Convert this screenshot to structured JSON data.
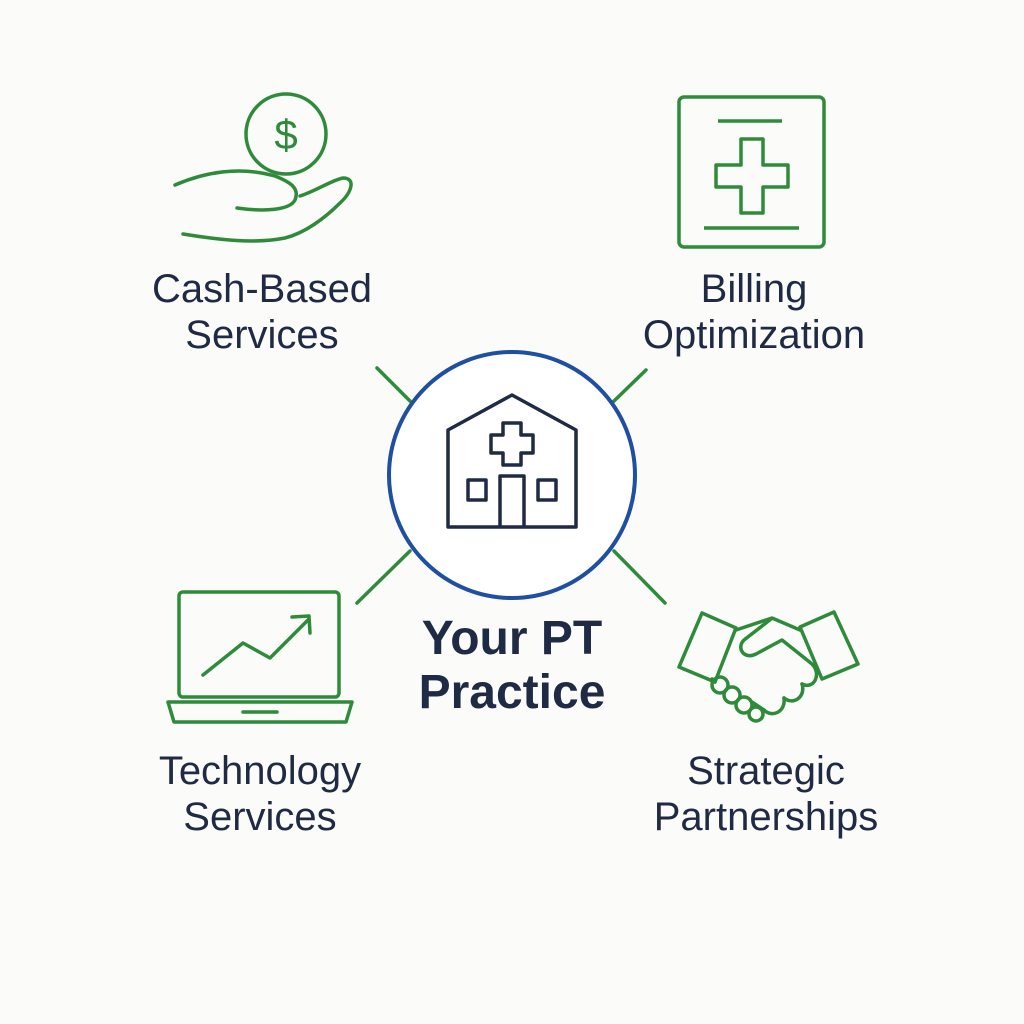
{
  "colors": {
    "background": "#fbfbf9",
    "accent_green": "#2e8b3a",
    "hub_blue": "#1f4fa0",
    "text_navy": "#1f2a44"
  },
  "hub": {
    "icon": "clinic-building-icon",
    "label_lines": [
      "Your PT",
      "Practice"
    ]
  },
  "spokes": [
    {
      "id": "cash",
      "icon": "hand-holding-dollar-icon",
      "icon_text": "$",
      "label_lines": [
        "Cash-Based",
        "Services"
      ]
    },
    {
      "id": "billing",
      "icon": "medical-document-icon",
      "label_lines": [
        "Billing",
        "Optimization"
      ]
    },
    {
      "id": "tech",
      "icon": "laptop-trend-icon",
      "label_lines": [
        "Technology",
        "Services"
      ]
    },
    {
      "id": "partners",
      "icon": "handshake-icon",
      "label_lines": [
        "Strategic",
        "Partnerships"
      ]
    }
  ]
}
